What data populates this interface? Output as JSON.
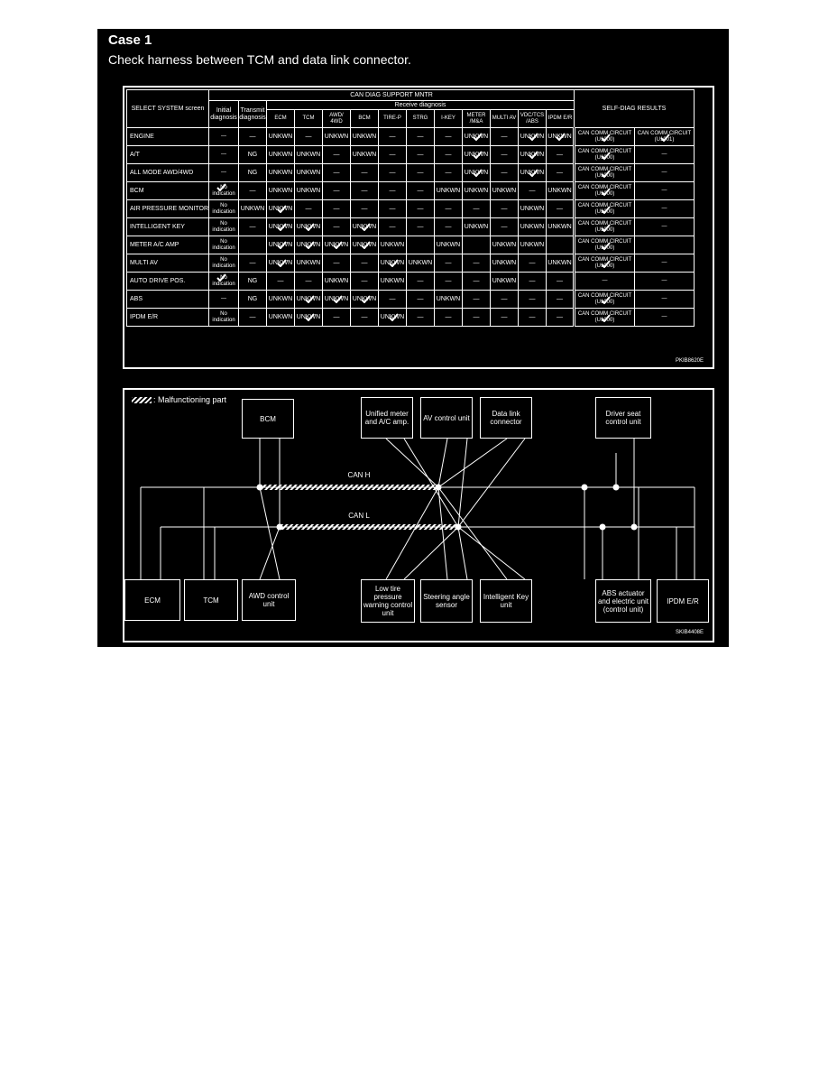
{
  "title": "Case 1",
  "subtitle": "Check harness between TCM and data link connector.",
  "table": {
    "col_select": "SELECT SYSTEM screen",
    "col_support": "CAN DIAG SUPPORT MNTR",
    "col_receive": "Receive diagnosis",
    "col_results": "SELF-DIAG RESULTS",
    "col_initial": "Initial diagnosis",
    "col_transmit": "Transmit diagnosis",
    "receive_cols": [
      "ECM",
      "TCM",
      "AWD/ 4WD",
      "BCM",
      "TIRE-P",
      "STRG",
      "I-KEY",
      "METER /M&A",
      "MULTI AV",
      "VDC/TCS /ABS",
      "IPDM E/R"
    ],
    "rows": [
      {
        "sys": "ENGINE",
        "init": "—",
        "trans": "—",
        "cells": [
          "UNKWN",
          "—",
          "UNKWN",
          "UNKWN",
          "—",
          "—",
          "—",
          "UNKWN",
          "—",
          "UNKWN",
          "UNKWN"
        ],
        "checks": [
          7,
          9,
          10
        ],
        "res1": "CAN COMM CIRCUIT (U1000)",
        "res2": "CAN COMM CIRCUIT (U1001)",
        "res1ck": true,
        "res2ck": true
      },
      {
        "sys": "A/T",
        "init": "—",
        "trans": "NG",
        "cells": [
          "UNKWN",
          "UNKWN",
          "—",
          "UNKWN",
          "—",
          "—",
          "—",
          "UNKWN",
          "—",
          "UNKWN",
          "—"
        ],
        "checks": [
          7,
          9
        ],
        "res1": "CAN COMM CIRCUIT (U1000)",
        "res2": "—",
        "res1ck": true
      },
      {
        "sys": "ALL MODE AWD/4WD",
        "init": "—",
        "trans": "NG",
        "cells": [
          "UNKWN",
          "UNKWN",
          "—",
          "—",
          "—",
          "—",
          "—",
          "UNKWN",
          "—",
          "UNKWN",
          "—"
        ],
        "checks": [
          7,
          9
        ],
        "res1": "CAN COMM CIRCUIT (U1000)",
        "res2": "—",
        "res1ck": true
      },
      {
        "sys": "BCM",
        "init": "No indication",
        "trans": "—",
        "cells": [
          "UNKWN",
          "UNKWN",
          "—",
          "—",
          "—",
          "—",
          "UNKWN",
          "UNKWN",
          "UNKWN",
          "—",
          "UNKWN"
        ],
        "checks": [],
        "initck": true,
        "res1": "CAN COMM CIRCUIT (U1000)",
        "res2": "—",
        "res1ck": true
      },
      {
        "sys": "AIR PRESSURE MONITOR",
        "init": "No indication",
        "trans": "UNKWN",
        "cells": [
          "UNKWN",
          "—",
          "—",
          "—",
          "—",
          "—",
          "—",
          "—",
          "—",
          "UNKWN",
          "—"
        ],
        "checks": [
          0
        ],
        "res1": "CAN COMM CIRCUIT (U1000)",
        "res2": "—",
        "res1ck": true
      },
      {
        "sys": "INTELLIGENT KEY",
        "init": "No indication",
        "trans": "—",
        "cells": [
          "UNKWN",
          "UNKWN",
          "—",
          "UNKWN",
          "—",
          "—",
          "—",
          "UNKWN",
          "—",
          "UNKWN",
          "UNKWN"
        ],
        "checks": [
          0,
          1,
          3
        ],
        "res1": "CAN COMM CIRCUIT (U1000)",
        "res2": "—",
        "res1ck": true
      },
      {
        "sys": "METER A/C AMP",
        "init": "No indication",
        "trans": "",
        "cells": [
          "UNKWN",
          "UNKWN",
          "UNKWN",
          "UNKWN",
          "UNKWN",
          "",
          "UNKWN",
          "",
          "UNKWN",
          "UNKWN",
          ""
        ],
        "checks": [
          0,
          1,
          2,
          3
        ],
        "res1": "CAN COMM CIRCUIT (U1000)",
        "res2": "",
        "res1ck": true
      },
      {
        "sys": "MULTI AV",
        "init": "No indication",
        "trans": "—",
        "cells": [
          "UNKWN",
          "UNKWN",
          "—",
          "—",
          "UNKWN",
          "UNKWN",
          "—",
          "—",
          "UNKWN",
          "—",
          "UNKWN"
        ],
        "checks": [
          0,
          4
        ],
        "res1": "CAN COMM CIRCUIT (U1000)",
        "res2": "—",
        "res1ck": true
      },
      {
        "sys": "AUTO DRIVE POS.",
        "init": "No indication",
        "trans": "NG",
        "cells": [
          "—",
          "—",
          "UNKWN",
          "—",
          "UNKWN",
          "—",
          "—",
          "—",
          "UNKWN",
          "—",
          "—"
        ],
        "checks": [],
        "initck": true,
        "res1": "—",
        "res2": "—"
      },
      {
        "sys": "ABS",
        "init": "—",
        "trans": "NG",
        "cells": [
          "UNKWN",
          "UNKWN",
          "UNKWN",
          "UNKWN",
          "—",
          "—",
          "UNKWN",
          "—",
          "—",
          "—",
          "—"
        ],
        "checks": [
          1,
          2,
          3
        ],
        "res1": "CAN COMM CIRCUIT (U1000)",
        "res2": "—",
        "res1ck": true
      },
      {
        "sys": "IPDM E/R",
        "init": "No indication",
        "trans": "—",
        "cells": [
          "UNKWN",
          "UNKWN",
          "—",
          "—",
          "UNKWN",
          "—",
          "—",
          "—",
          "—",
          "—",
          "—"
        ],
        "checks": [
          1,
          4
        ],
        "res1": "CAN COMM CIRCUIT (U1000)",
        "res2": "—",
        "res1ck": true
      }
    ],
    "code": "PKIB8620E"
  },
  "diagram": {
    "legend": ": Malfunctioning part",
    "can_h": "CAN H",
    "can_l": "CAN L",
    "units_top": [
      "BCM",
      "Unified meter and A/C amp.",
      "AV control unit",
      "Data link connector",
      "Driver seat control unit"
    ],
    "units_bottom": [
      "ECM",
      "TCM",
      "AWD control unit",
      "Low tire pressure warning control unit",
      "Steering angle sensor",
      "Intelligent Key unit",
      "ABS actuator and electric unit (control unit)",
      "IPDM E/R"
    ],
    "code": "SKIB4408E"
  }
}
